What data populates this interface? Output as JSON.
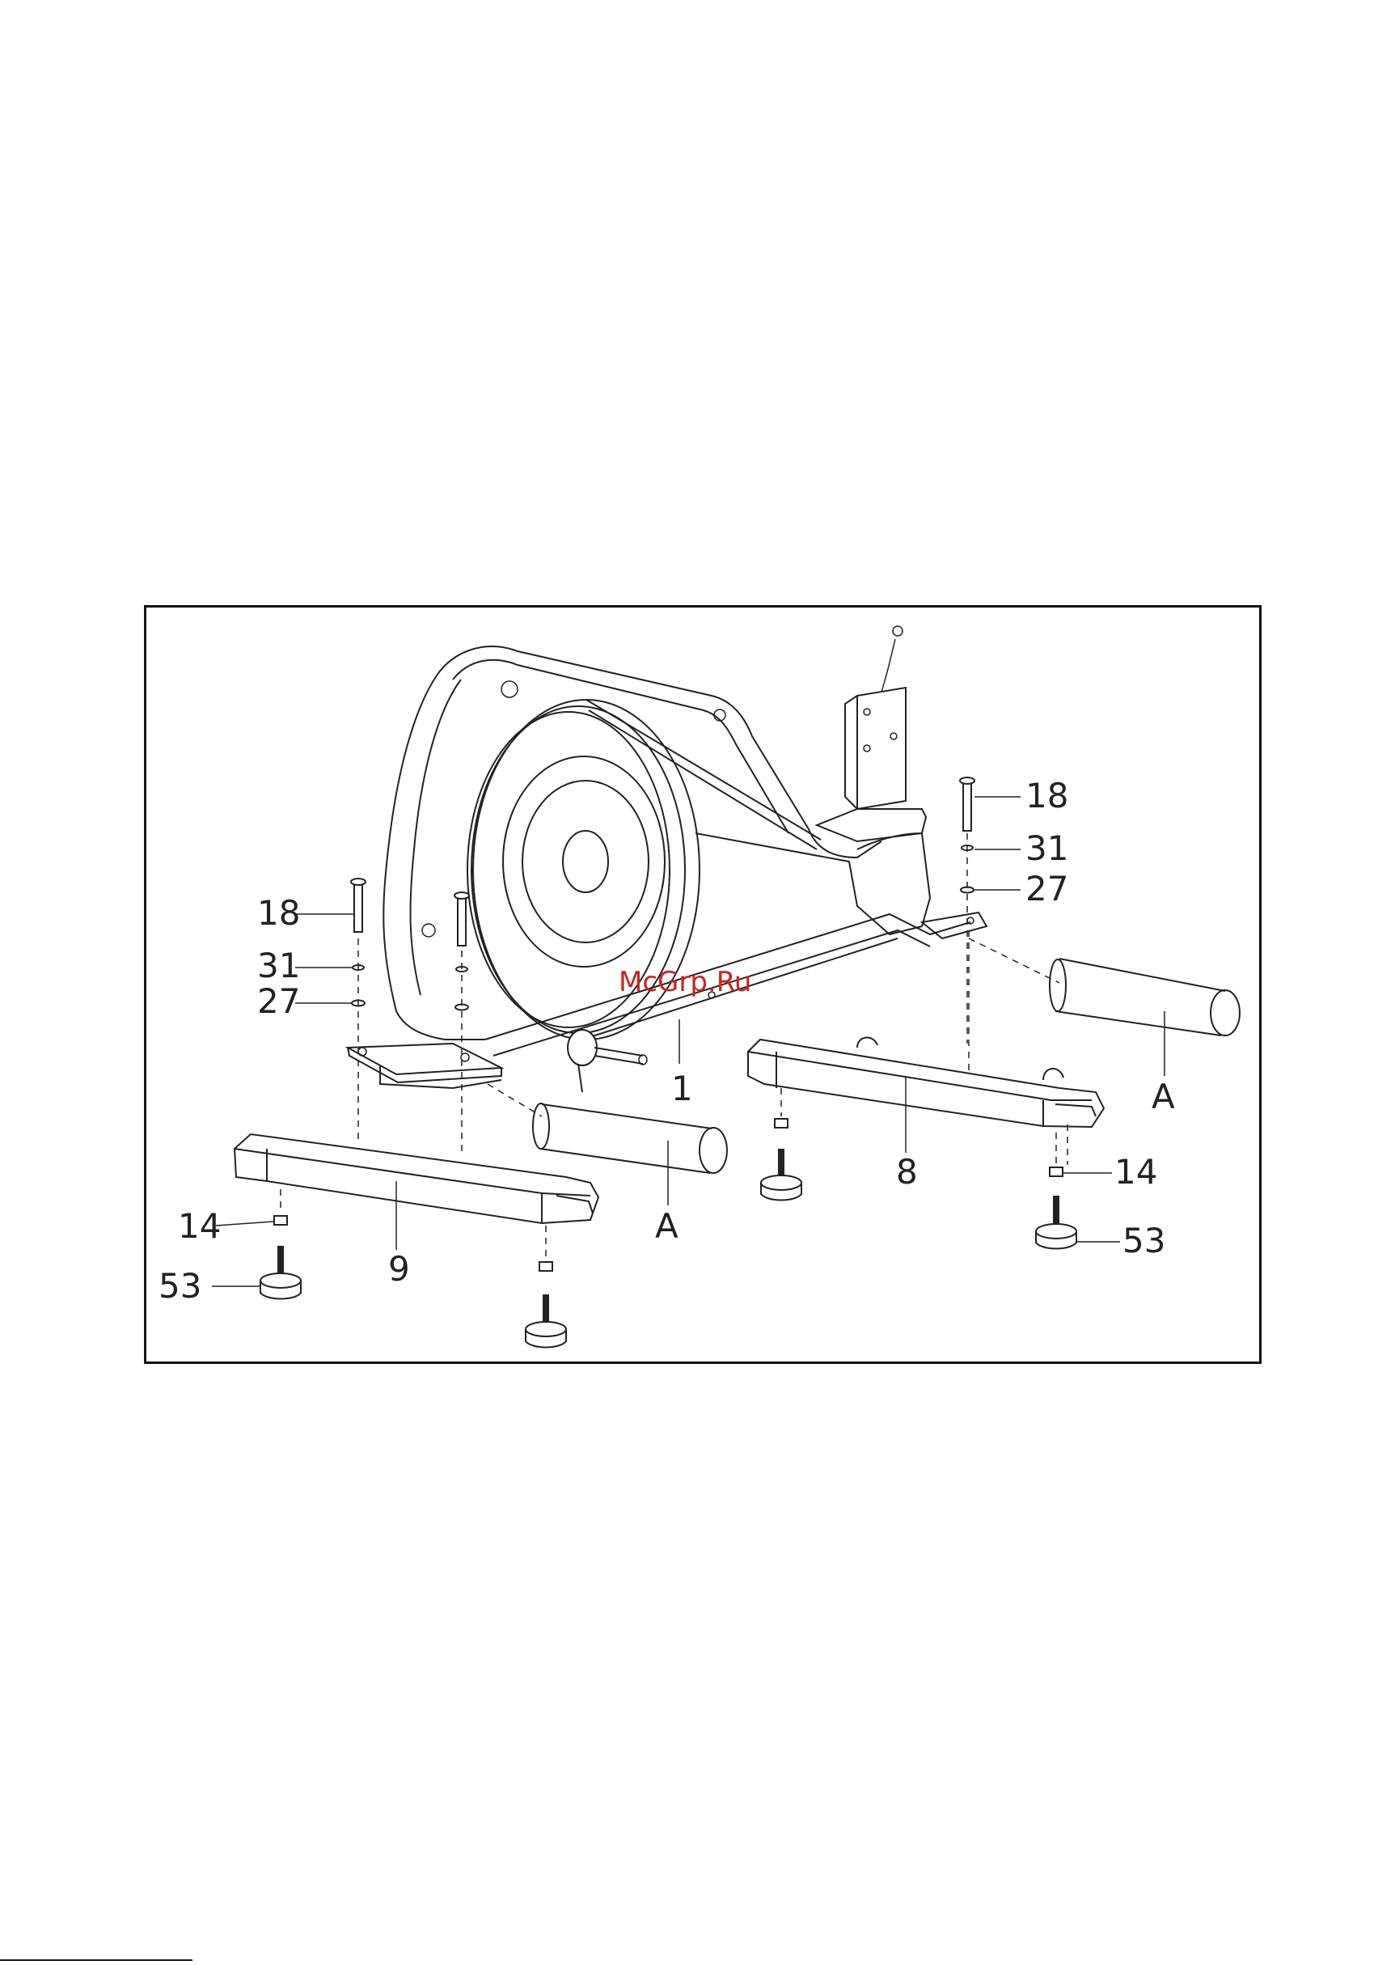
{
  "figure": {
    "watermark": "McGrp.Ru",
    "callouts": {
      "frame": "1",
      "front_stabilizer": "8",
      "rear_stabilizer": "9",
      "bolt": "18",
      "washer": "31",
      "spring_washer": "27",
      "nut": "14",
      "foot": "53",
      "tube": "A"
    },
    "colors": {
      "line": "#222222",
      "watermark": "#cc2222"
    }
  }
}
